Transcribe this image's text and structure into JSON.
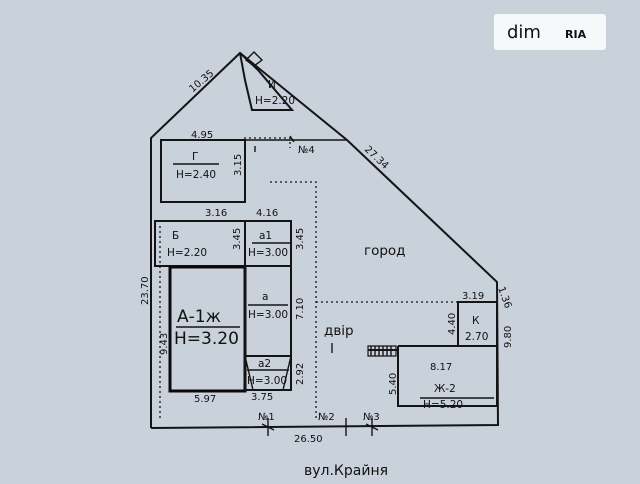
{
  "watermark": {
    "brand": "dim",
    "sub": "RIA"
  },
  "street": "вул.Крайня",
  "rooms": {
    "i": {
      "letter": "И",
      "height": "Н=2.20"
    },
    "g": {
      "letter": "Г",
      "height": "Н=2.40"
    },
    "b": {
      "letter": "Б",
      "height": "Н=2.20"
    },
    "a1": {
      "letter": "а1",
      "height": "Н=3.00"
    },
    "a": {
      "letter": "а",
      "height": "Н=3.00"
    },
    "a2": {
      "letter": "а2",
      "height": "Н=3.00"
    },
    "main": {
      "letter": "А-1ж",
      "height": "Н=3.20"
    },
    "k": {
      "letter": "К",
      "height": "2.70"
    },
    "zh2": {
      "letter": "Ж-2",
      "height": "Н=5.20"
    }
  },
  "areas": {
    "garden": "город",
    "yard": "двір",
    "yard_num": "I"
  },
  "markers": {
    "n1": "№1",
    "n2": "№2",
    "n3": "№3",
    "n4": "№4"
  },
  "dims": {
    "d1035": "10.35",
    "d495": "4.95",
    "d315": "3.15",
    "d2734": "27.34",
    "d316": "3.16",
    "d416": "4.16",
    "d345a": "3.45",
    "d345b": "3.45",
    "d2370": "23.70",
    "d943": "9.43",
    "d710": "7.10",
    "d292": "2.92",
    "d597": "5.97",
    "d375": "3.75",
    "d2650": "26.50",
    "d136": "1.36",
    "d319": "3.19",
    "d440": "4.40",
    "d980": "9.80",
    "d817": "8.17",
    "d540": "5.40"
  }
}
